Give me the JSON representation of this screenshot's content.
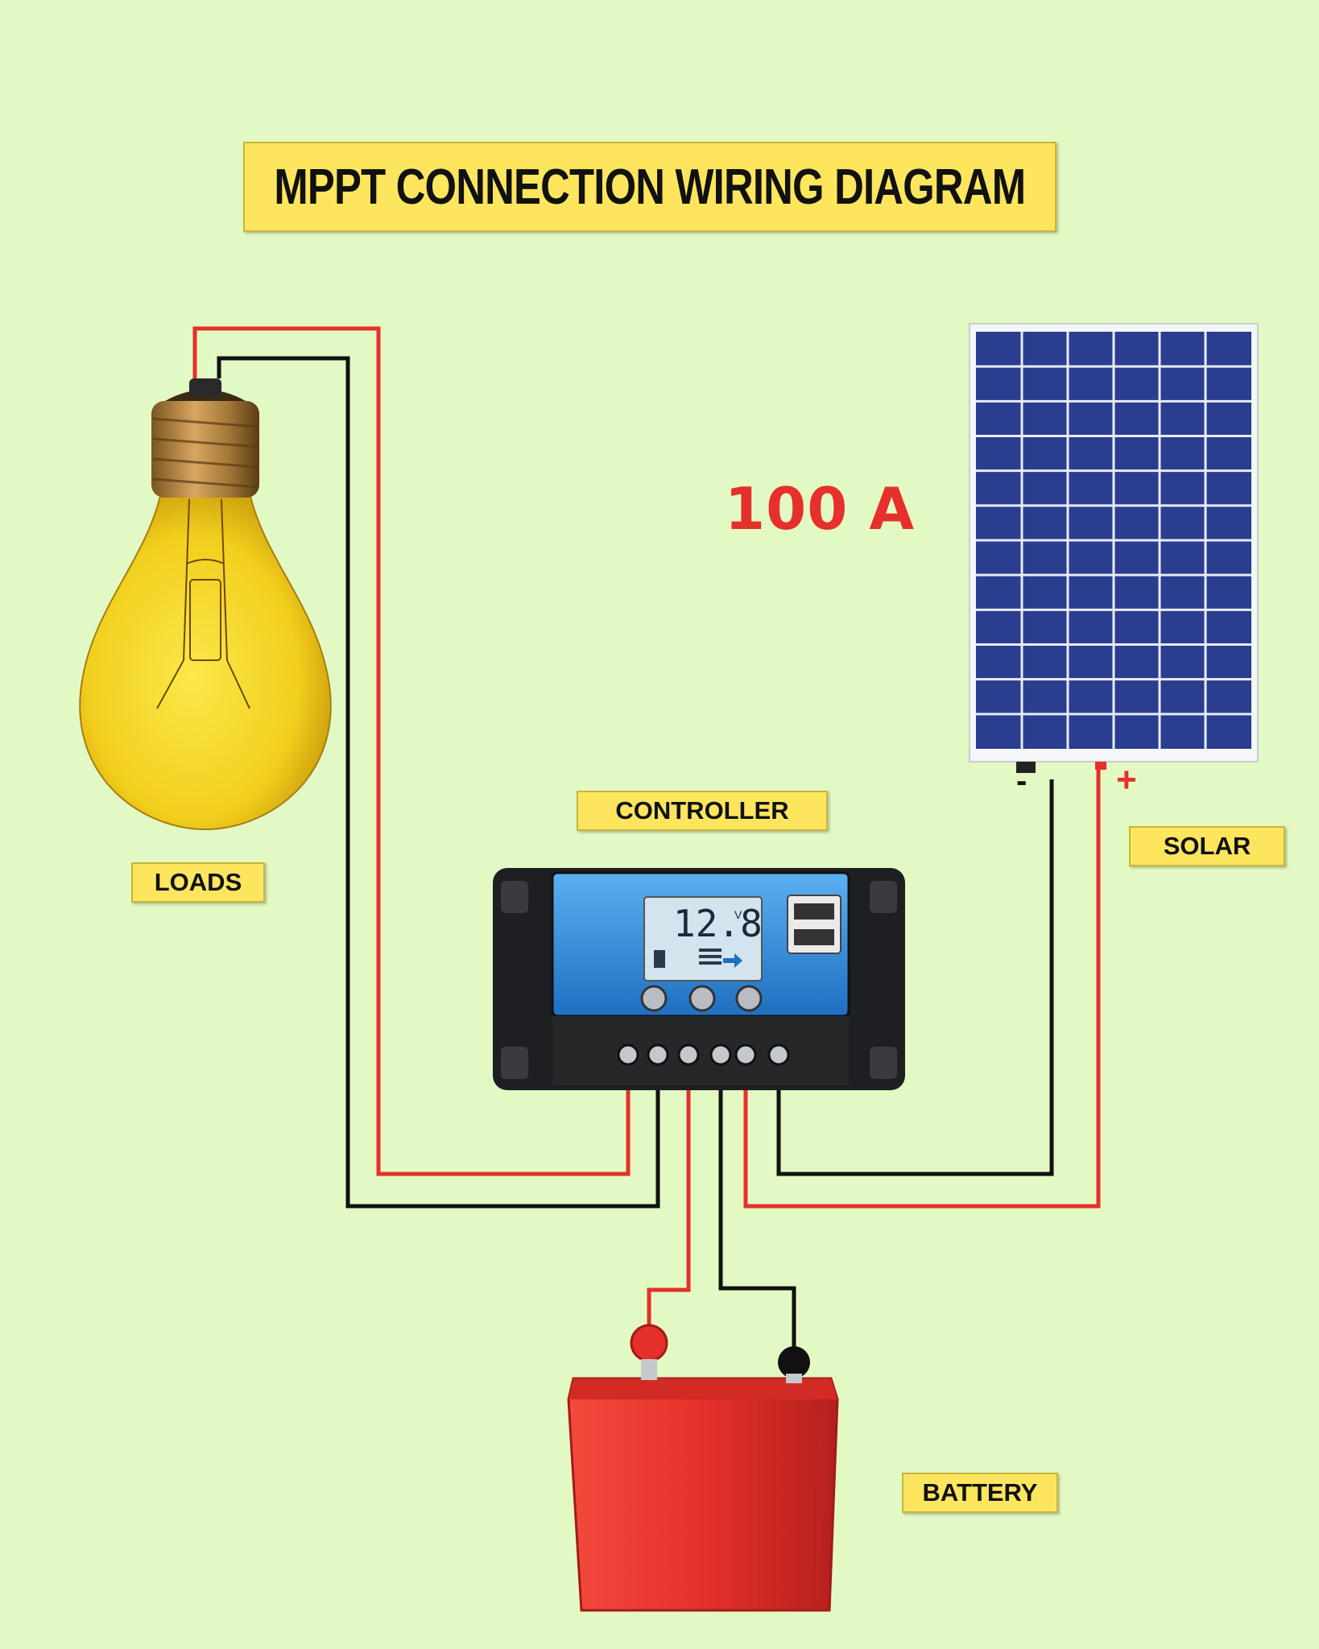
{
  "title": "MPPT CONNECTION WIRING DIAGRAM",
  "rating": "100 A",
  "labels": {
    "loads": "LOADS",
    "controller": "CONTROLLER",
    "solar": "SOLAR",
    "battery": "BATTERY"
  },
  "controller_display": {
    "reading": "12.8",
    "unit": "V"
  },
  "solar_terminals": {
    "negative": "-",
    "positive": "+"
  },
  "icons": [
    "light-bulb-icon",
    "solar-panel-icon",
    "charge-controller-icon",
    "battery-icon",
    "usb-port-icon"
  ],
  "colors": {
    "background": "#e3f9c4",
    "label_fill": "#fde65e",
    "positive_wire": "#e5302b",
    "negative_wire": "#111111",
    "rating_text": "#e5302b"
  }
}
